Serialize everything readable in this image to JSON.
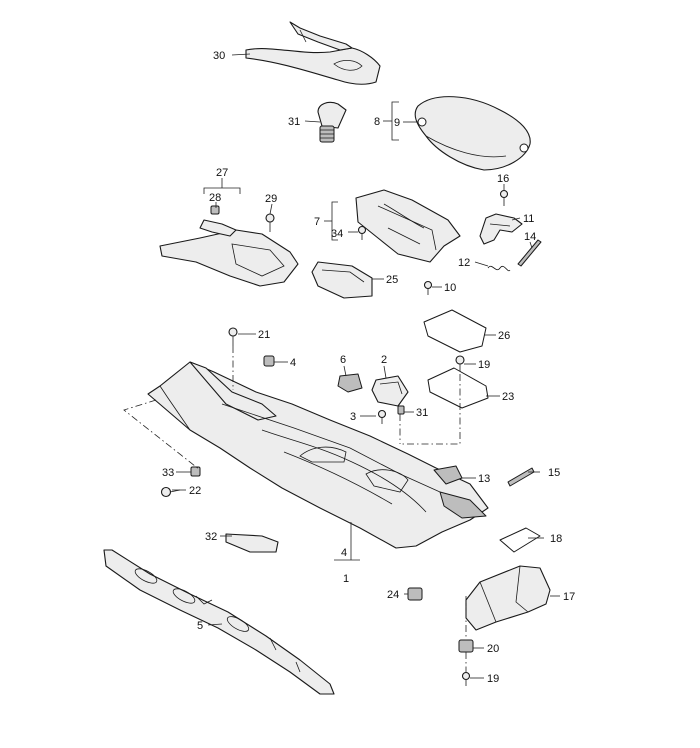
{
  "diagram": {
    "callouts": [
      {
        "id": "c30",
        "text": "30"
      },
      {
        "id": "c31a",
        "text": "31"
      },
      {
        "id": "c8",
        "text": "8"
      },
      {
        "id": "c9",
        "text": "9"
      },
      {
        "id": "c27",
        "text": "27"
      },
      {
        "id": "c28",
        "text": "28"
      },
      {
        "id": "c29",
        "text": "29"
      },
      {
        "id": "c16",
        "text": "16"
      },
      {
        "id": "c7",
        "text": "7"
      },
      {
        "id": "c34",
        "text": "34"
      },
      {
        "id": "c11",
        "text": "11"
      },
      {
        "id": "c14",
        "text": "14"
      },
      {
        "id": "c12",
        "text": "12"
      },
      {
        "id": "c25",
        "text": "25"
      },
      {
        "id": "c10",
        "text": "10"
      },
      {
        "id": "c26",
        "text": "26"
      },
      {
        "id": "c21",
        "text": "21"
      },
      {
        "id": "c4a",
        "text": "4"
      },
      {
        "id": "c6",
        "text": "6"
      },
      {
        "id": "c2",
        "text": "2"
      },
      {
        "id": "c19a",
        "text": "19"
      },
      {
        "id": "c23",
        "text": "23"
      },
      {
        "id": "c3",
        "text": "3"
      },
      {
        "id": "c31b",
        "text": "31"
      },
      {
        "id": "c13",
        "text": "13"
      },
      {
        "id": "c15",
        "text": "15"
      },
      {
        "id": "c33",
        "text": "33"
      },
      {
        "id": "c22",
        "text": "22"
      },
      {
        "id": "c32",
        "text": "32"
      },
      {
        "id": "c18",
        "text": "18"
      },
      {
        "id": "c4b",
        "text": "4"
      },
      {
        "id": "c1",
        "text": "1"
      },
      {
        "id": "c24",
        "text": "24"
      },
      {
        "id": "c17",
        "text": "17"
      },
      {
        "id": "c5",
        "text": "5"
      },
      {
        "id": "c20",
        "text": "20"
      },
      {
        "id": "c19b",
        "text": "19"
      }
    ]
  }
}
